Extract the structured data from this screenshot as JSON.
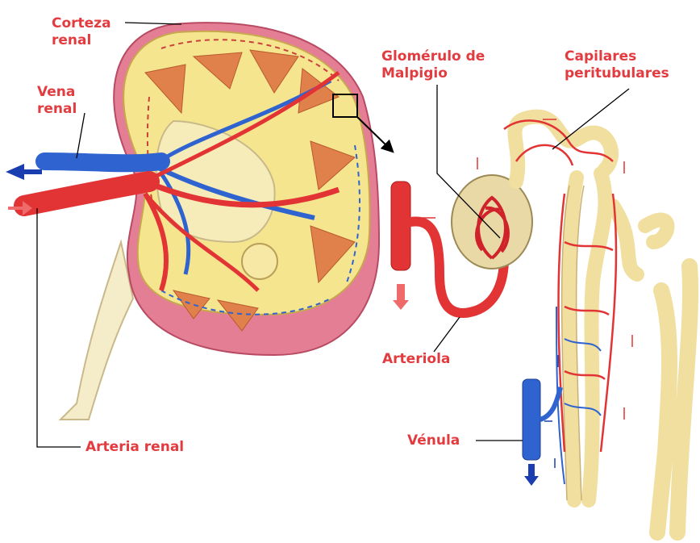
{
  "labels": {
    "corteza": [
      "Corteza",
      "renal"
    ],
    "vena": [
      "Vena",
      "renal"
    ],
    "arteria": "Arteria renal",
    "glomerulo": [
      "Glomérulo de",
      "Malpigio"
    ],
    "capilares": [
      "Capilares",
      "peritubulares"
    ],
    "arteriola": "Arteriola",
    "venula": "Vénula"
  },
  "colors": {
    "label_text": "#e23b40",
    "artery": "#e23434",
    "vein": "#2f63cf",
    "cortex": "#f6e58f",
    "capsule": "#e47e95",
    "pyramid": "#e0814b",
    "tubule": "#f1dfa0",
    "flow_arrow_blue": "#1a3eb0",
    "flow_arrow_red": "#ef6a6a"
  }
}
